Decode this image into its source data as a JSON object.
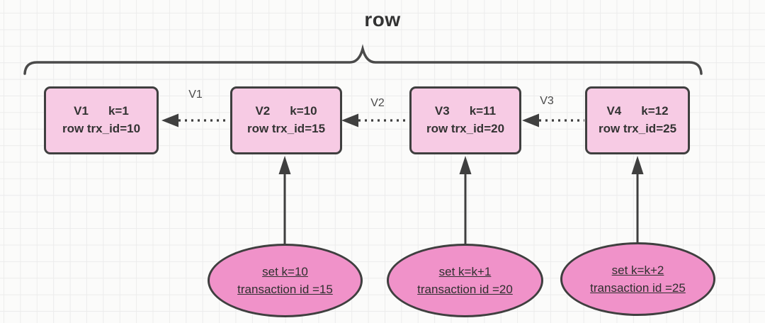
{
  "title": "row",
  "version_boxes": [
    {
      "version": "V1",
      "kv": "k=1",
      "row": "row trx_id=10"
    },
    {
      "version": "V2",
      "kv": "k=10",
      "row": "row trx_id=15"
    },
    {
      "version": "V3",
      "kv": "k=11",
      "row": "row trx_id=20"
    },
    {
      "version": "V4",
      "kv": "k=12",
      "row": "row trx_id=25"
    }
  ],
  "version_labels": [
    "V1",
    "V2",
    "V3"
  ],
  "transactions": [
    {
      "line1": "set k=10",
      "line2": "transaction id =15"
    },
    {
      "line1": "set k=k+1",
      "line2": "transaction id =20"
    },
    {
      "line1": "set k=k+2",
      "line2": "transaction id =25"
    }
  ],
  "colors": {
    "box_fill": "#f7cbe4",
    "ellipse_fill": "#f092c9",
    "border": "#3f3f3f",
    "arrow": "#4a4a4a",
    "text": "#333333",
    "grid_line": "#ececec",
    "background": "#fbfbfa"
  }
}
